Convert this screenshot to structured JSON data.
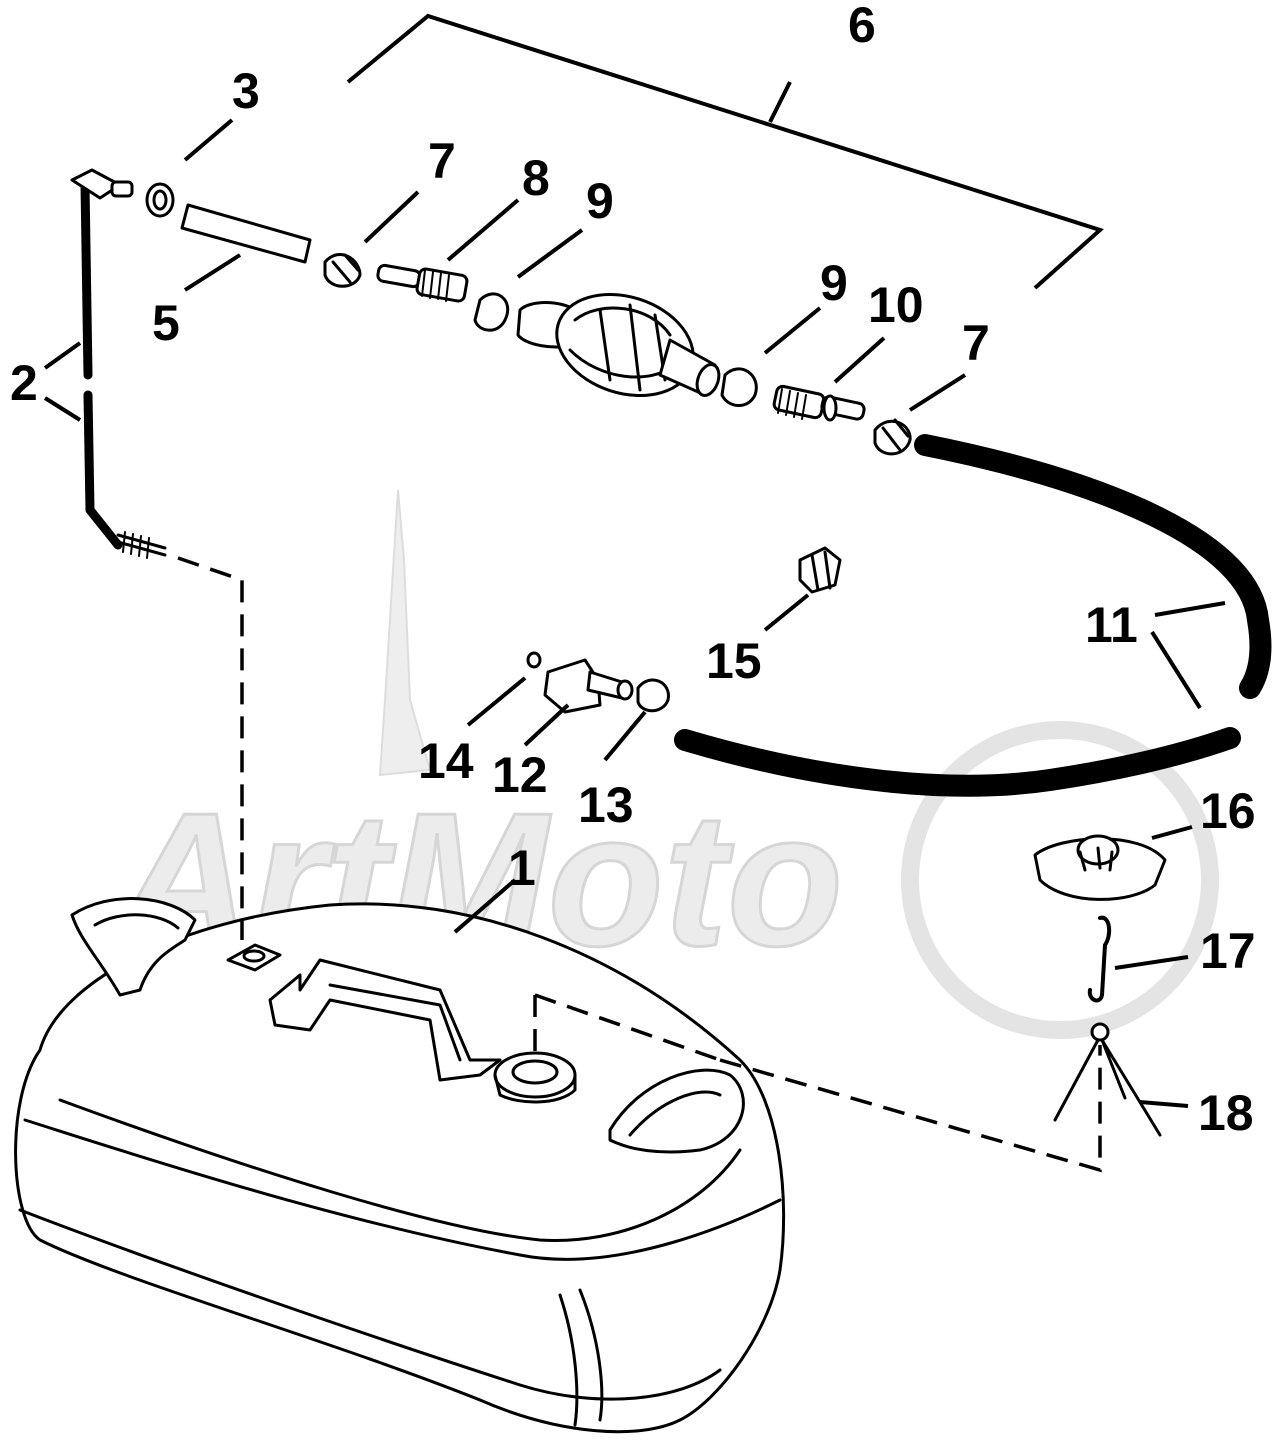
{
  "watermark": {
    "text": "ArtMoto",
    "color": "#e6e6e6"
  },
  "callouts": [
    {
      "id": "c1",
      "text": "1"
    },
    {
      "id": "c2",
      "text": "2"
    },
    {
      "id": "c3",
      "text": "3"
    },
    {
      "id": "c5",
      "text": "5"
    },
    {
      "id": "c6",
      "text": "6"
    },
    {
      "id": "c7a",
      "text": "7"
    },
    {
      "id": "c7b",
      "text": "7"
    },
    {
      "id": "c8",
      "text": "8"
    },
    {
      "id": "c9a",
      "text": "9"
    },
    {
      "id": "c9b",
      "text": "9"
    },
    {
      "id": "c10",
      "text": "10"
    },
    {
      "id": "c11",
      "text": "11"
    },
    {
      "id": "c12",
      "text": "12"
    },
    {
      "id": "c13",
      "text": "13"
    },
    {
      "id": "c14",
      "text": "14"
    },
    {
      "id": "c15",
      "text": "15"
    },
    {
      "id": "c16",
      "text": "16"
    },
    {
      "id": "c17",
      "text": "17"
    },
    {
      "id": "c18",
      "text": "18"
    }
  ],
  "colors": {
    "ink": "#000000",
    "background": "#ffffff"
  }
}
